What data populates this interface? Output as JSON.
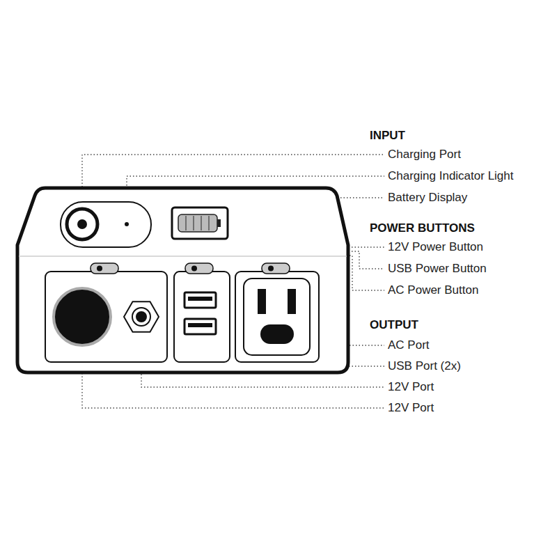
{
  "diagram": {
    "labels": [
      "INPUT",
      "Charging Port",
      "Charging Indicator Light",
      "Battery Display",
      "POWER BUTTONS",
      "12V Power Button",
      "USB Power Button",
      "AC Power Button",
      "OUTPUT",
      "AC Port",
      "USB Port (2x)",
      "12V Port",
      "12V Port"
    ]
  }
}
